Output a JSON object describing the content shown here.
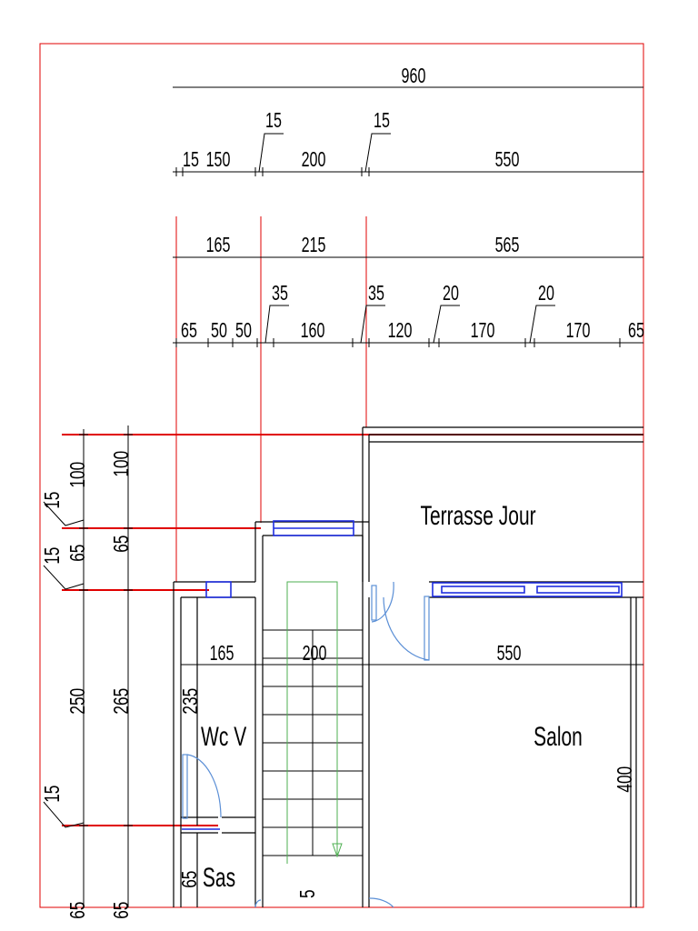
{
  "dimensions": {
    "row1": [
      "960"
    ],
    "row2": [
      "15",
      "150",
      "15",
      "200",
      "15",
      "550"
    ],
    "row3": [
      "165",
      "215",
      "565"
    ],
    "row4": [
      "65",
      "50",
      "50",
      "35",
      "160",
      "35",
      "120",
      "20",
      "170",
      "20",
      "170",
      "65"
    ],
    "left_outer": [
      "15",
      "15",
      "15"
    ],
    "left_col1": [
      "100",
      "65",
      "250",
      "65"
    ],
    "left_col2": [
      "100",
      "65",
      "265",
      "65"
    ],
    "interior": [
      "165",
      "200",
      "550",
      "235",
      "65",
      "400",
      "5"
    ]
  },
  "rooms": {
    "terrasse": "Terrasse Jour",
    "wc": "Wc V",
    "salon": "Salon",
    "sas": "Sas"
  },
  "colors": {
    "frame": "#e00000",
    "walls": "#000000",
    "windows": "#1f2ee0",
    "doors": "#5b8fd6",
    "stair_arrow": "#4caf50"
  }
}
